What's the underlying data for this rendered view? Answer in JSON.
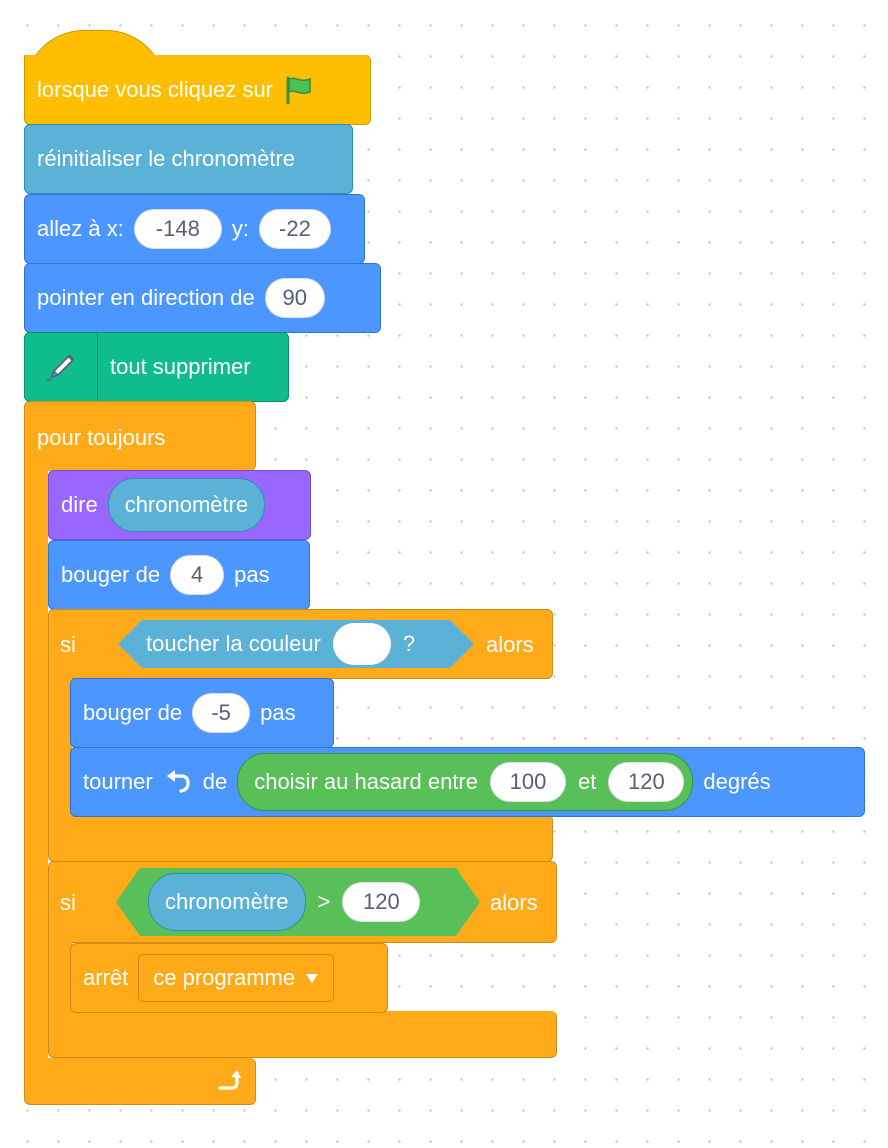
{
  "blocks": {
    "when_flag": {
      "label": "lorsque vous cliquez sur"
    },
    "reset_timer": {
      "label": "réinitialiser le chronomètre"
    },
    "go_to": {
      "label_x": "allez à x:",
      "x_value": "-148",
      "label_y": "y:",
      "y_value": "-22"
    },
    "point_dir": {
      "label": "pointer en direction de",
      "value": "90"
    },
    "erase_all": {
      "label": "tout supprimer"
    },
    "forever": {
      "label": "pour toujours"
    },
    "say": {
      "label": "dire",
      "reporter": "chronomètre"
    },
    "move1": {
      "label": "bouger de",
      "value": "4",
      "suffix": "pas"
    },
    "if1": {
      "label_if": "si",
      "label_then": "alors",
      "condition": {
        "label": "toucher la couleur",
        "suffix": "?",
        "color": "#ffffff"
      }
    },
    "move2": {
      "label": "bouger de",
      "value": "-5",
      "suffix": "pas"
    },
    "turn": {
      "label": "tourner",
      "label_de": "de",
      "suffix": "degrés",
      "random": {
        "label": "choisir au hasard entre",
        "from": "100",
        "label_and": "et",
        "to": "120"
      }
    },
    "if2": {
      "label_if": "si",
      "label_then": "alors",
      "condition": {
        "reporter": "chronomètre",
        "operator": ">",
        "value": "120"
      }
    },
    "stop": {
      "label": "arrêt",
      "option": "ce programme"
    }
  },
  "colors": {
    "events": "#ffbf00",
    "sensing": "#5cb1d6",
    "motion": "#4c97ff",
    "pen": "#0fbd8c",
    "control": "#ffab19",
    "looks": "#9966ff",
    "operators": "#59c059"
  }
}
